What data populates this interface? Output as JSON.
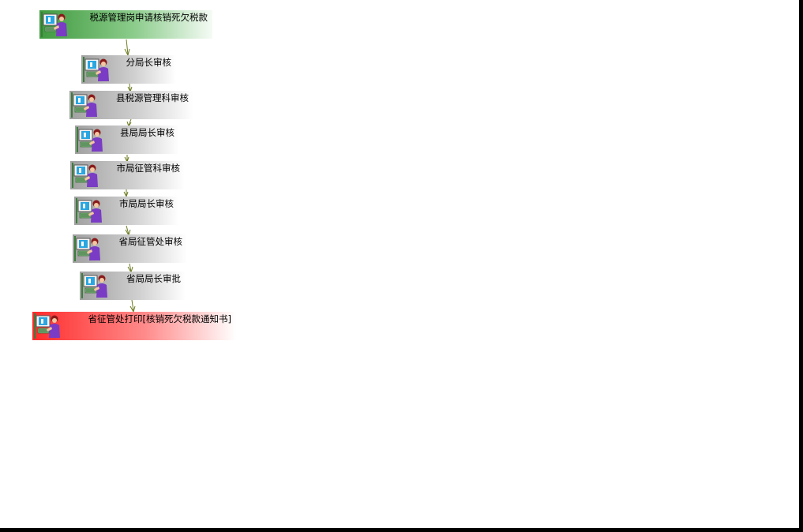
{
  "workflow": {
    "steps": [
      {
        "label": "税源管理岗申请核销死欠税款",
        "status": "start"
      },
      {
        "label": "分局长审核",
        "status": "pending"
      },
      {
        "label": "县税源管理科审核",
        "status": "pending"
      },
      {
        "label": "县局局长审核",
        "status": "pending"
      },
      {
        "label": "市局征管科审核",
        "status": "pending"
      },
      {
        "label": "市局局长审核",
        "status": "pending"
      },
      {
        "label": "省局征管处审核",
        "status": "pending"
      },
      {
        "label": "省局局长审批",
        "status": "pending"
      },
      {
        "label": "省征管处打印[核销死欠税款通知书]",
        "status": "end"
      }
    ],
    "step_icon": "user-at-computer-icon",
    "colors": {
      "start": "#3f9a3f",
      "pending": "#a0a0a0",
      "end": "#ff2b2b",
      "arrow": "#6b7a1e"
    }
  }
}
